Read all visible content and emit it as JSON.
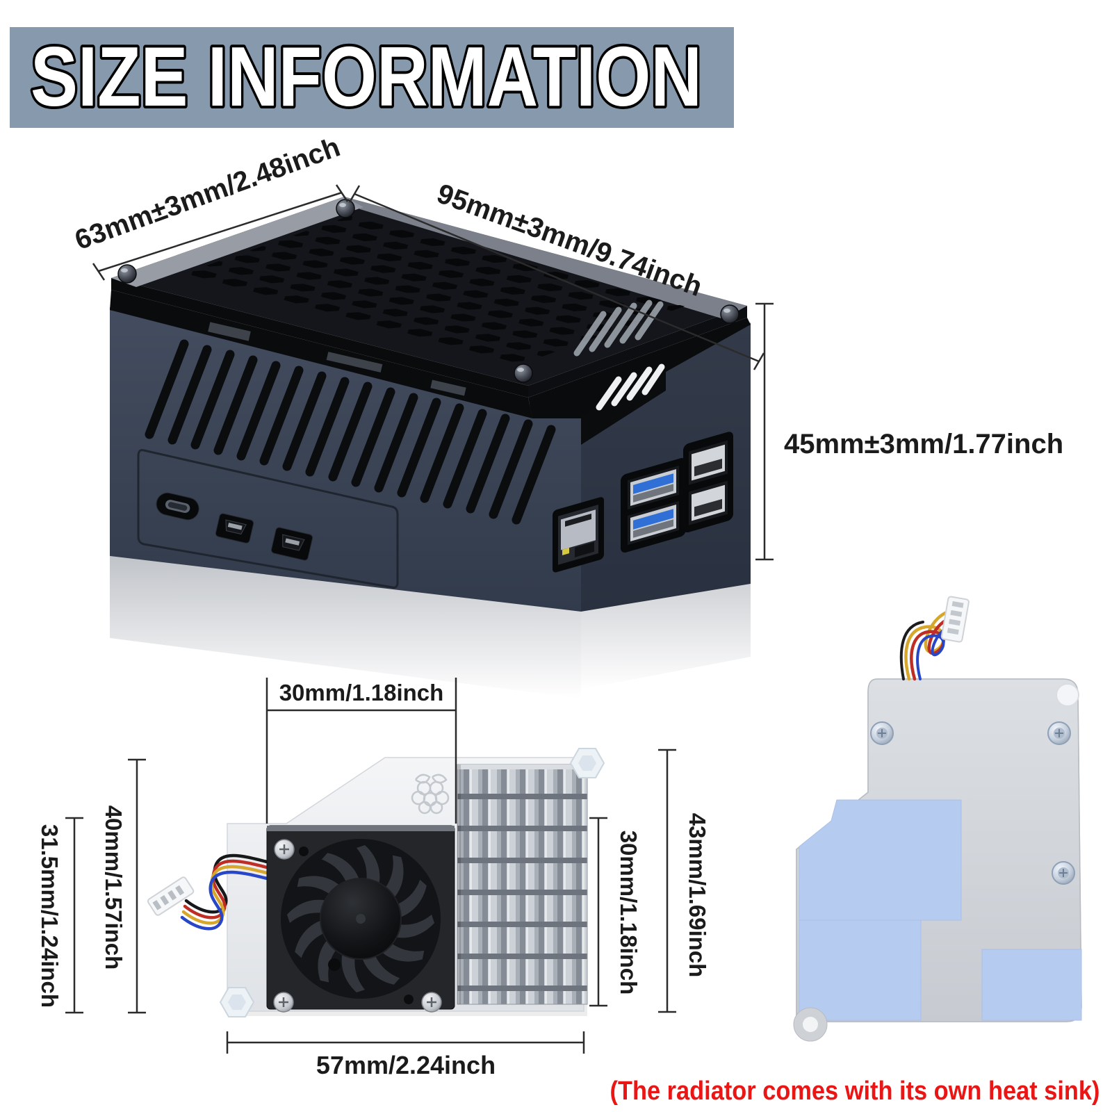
{
  "title": {
    "text": "SIZE INFORMATION",
    "background_color": "#8799ac",
    "text_color": "#ffffff",
    "outline_color": "#000000"
  },
  "case_diagram": {
    "name": "raspberry-pi-case-render",
    "case_color": "#3c4657",
    "acrylic_color": "#14161b",
    "usb3_tab_color": "#2f6fd6",
    "dimensions": {
      "depth": {
        "label": "63mm±3mm/2.48inch"
      },
      "width": {
        "label": "95mm±3mm/9.74inch"
      },
      "height": {
        "label": "45mm±3mm/1.77inch"
      }
    }
  },
  "cooler_diagram": {
    "name": "active-cooler-fan-heatsink-render",
    "dimensions": {
      "fan_width": {
        "label": "30mm/1.18inch"
      },
      "bracket_height": {
        "label": "40mm/1.57inch"
      },
      "body_height": {
        "label": "31.5mm/1.24inch"
      },
      "fan_height": {
        "label": "30mm/1.18inch"
      },
      "heatsink_height": {
        "label": "43mm/1.69inch"
      },
      "total_width": {
        "label": "57mm/2.24inch"
      }
    }
  },
  "heatsink_underside": {
    "name": "radiator-underside-render",
    "thermal_pad_color": "#b6cbf0"
  },
  "radiator_note": {
    "text": "(The radiator comes with its own heat sink)",
    "color": "#ea1515"
  }
}
